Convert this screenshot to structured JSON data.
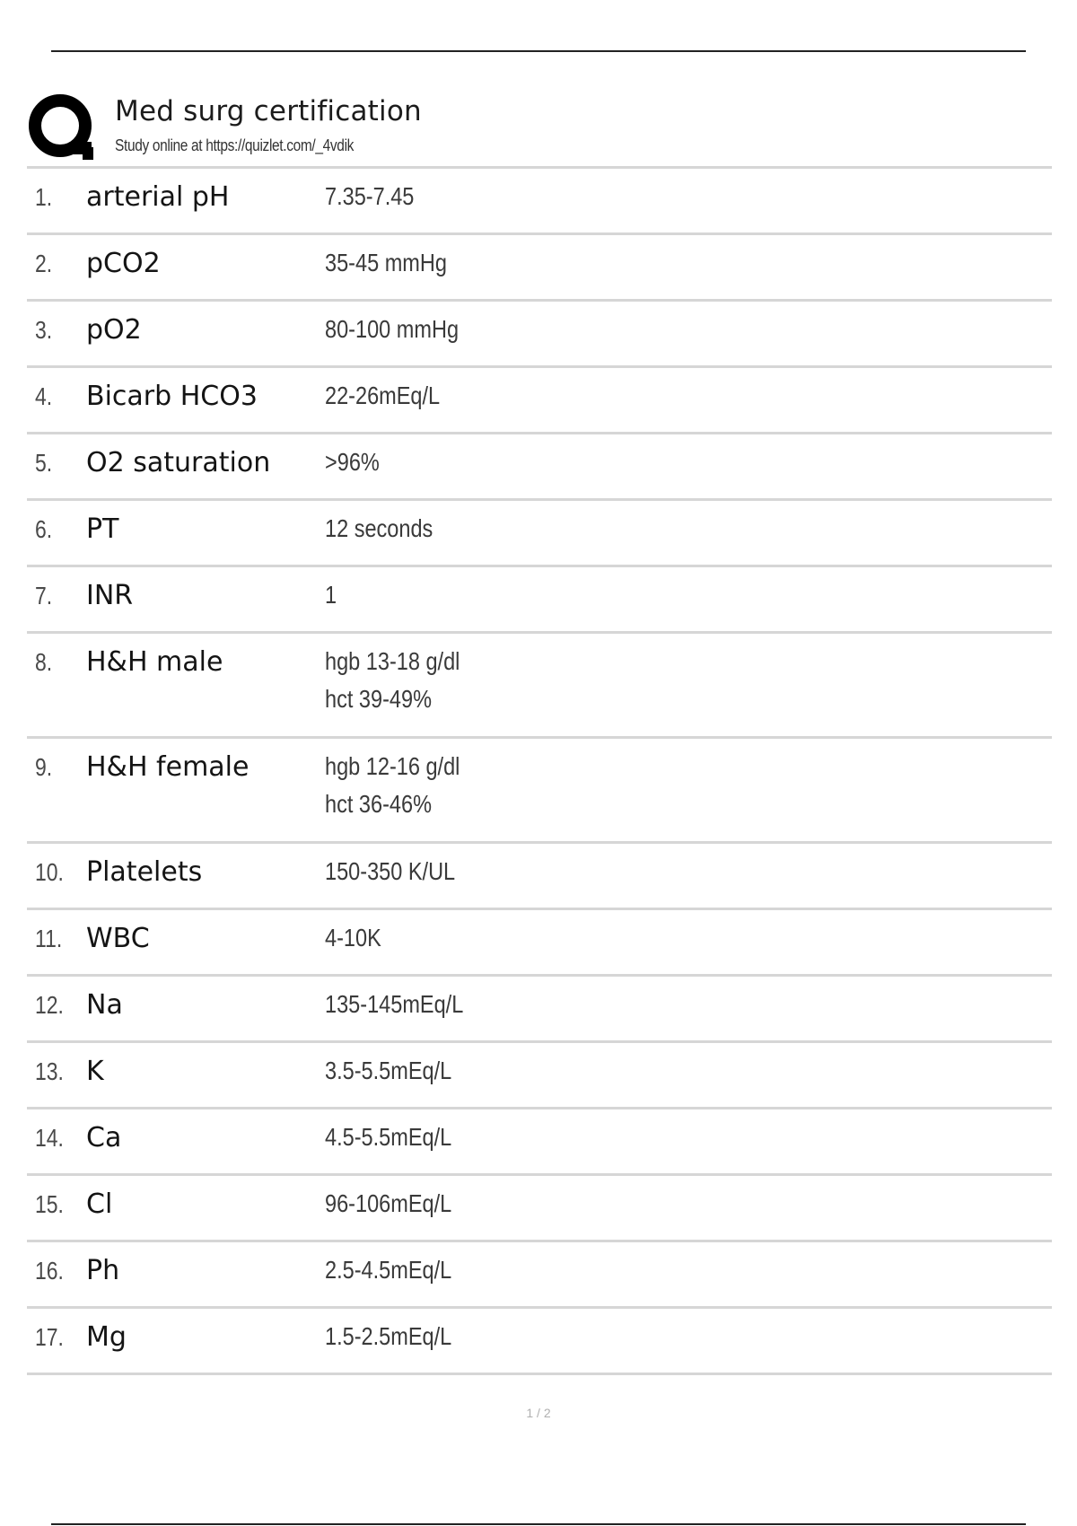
{
  "header": {
    "title": "Med surg certification",
    "subtitle": "Study online at https://quizlet.com/_4vdik"
  },
  "cards": [
    {
      "num": "1.",
      "term": "arterial pH",
      "def": [
        "7.35-7.45"
      ]
    },
    {
      "num": "2.",
      "term": "pCO2",
      "def": [
        "35-45 mmHg"
      ]
    },
    {
      "num": "3.",
      "term": "pO2",
      "def": [
        "80-100 mmHg"
      ]
    },
    {
      "num": "4.",
      "term": "Bicarb HCO3",
      "def": [
        "22-26mEq/L"
      ]
    },
    {
      "num": "5.",
      "term": "O2 saturation",
      "def": [
        ">96%"
      ]
    },
    {
      "num": "6.",
      "term": "PT",
      "def": [
        "12 seconds"
      ]
    },
    {
      "num": "7.",
      "term": "INR",
      "def": [
        "1"
      ]
    },
    {
      "num": "8.",
      "term": "H&H male",
      "def": [
        "hgb 13-18 g/dl",
        "hct 39-49%"
      ]
    },
    {
      "num": "9.",
      "term": "H&H female",
      "def": [
        "hgb 12-16 g/dl",
        "hct 36-46%"
      ]
    },
    {
      "num": "10.",
      "term": "Platelets",
      "def": [
        "150-350 K/UL"
      ]
    },
    {
      "num": "11.",
      "term": "WBC",
      "def": [
        "4-10K"
      ]
    },
    {
      "num": "12.",
      "term": "Na",
      "def": [
        "135-145mEq/L"
      ]
    },
    {
      "num": "13.",
      "term": "K",
      "def": [
        "3.5-5.5mEq/L"
      ]
    },
    {
      "num": "14.",
      "term": "Ca",
      "def": [
        "4.5-5.5mEq/L"
      ]
    },
    {
      "num": "15.",
      "term": "Cl",
      "def": [
        "96-106mEq/L"
      ]
    },
    {
      "num": "16.",
      "term": "Ph",
      "def": [
        "2.5-4.5mEq/L"
      ]
    },
    {
      "num": "17.",
      "term": "Mg",
      "def": [
        "1.5-2.5mEq/L"
      ]
    }
  ],
  "footer": {
    "page_label": "1 / 2"
  }
}
